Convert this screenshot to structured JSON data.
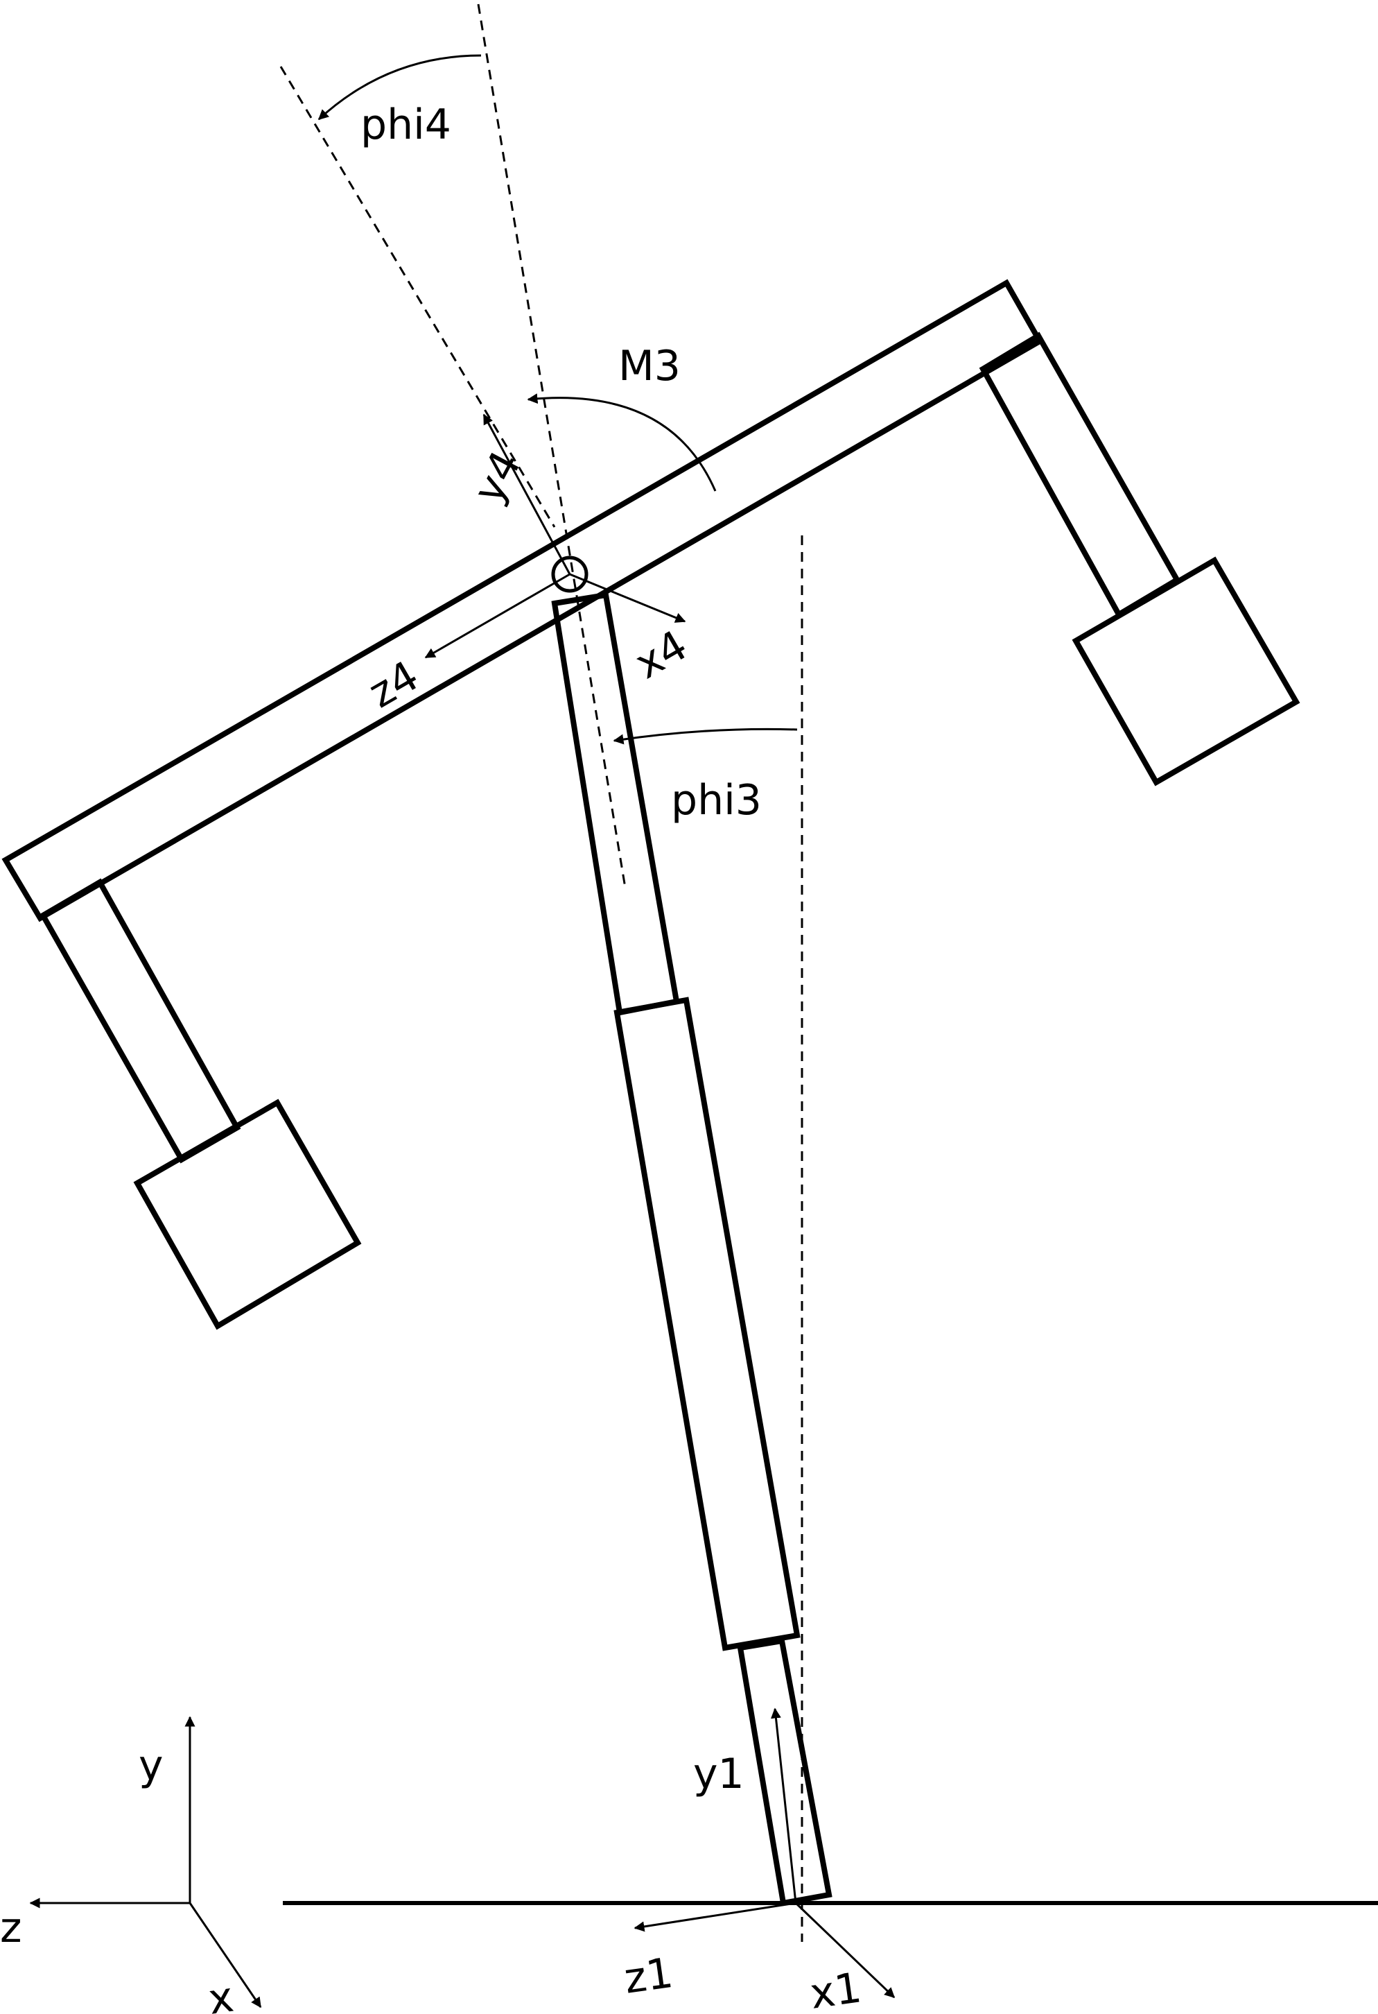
{
  "colors": {
    "stroke": "#000000",
    "background": "#ffffff"
  },
  "labels": {
    "phi4": "phi4",
    "m3": "M3",
    "y4": "y4",
    "z4": "z4",
    "x4": "x4",
    "phi3": "phi3",
    "y1": "y1",
    "z1": "z1",
    "x1": "x1",
    "world_y": "y",
    "world_z": "z",
    "world_x": "x"
  }
}
